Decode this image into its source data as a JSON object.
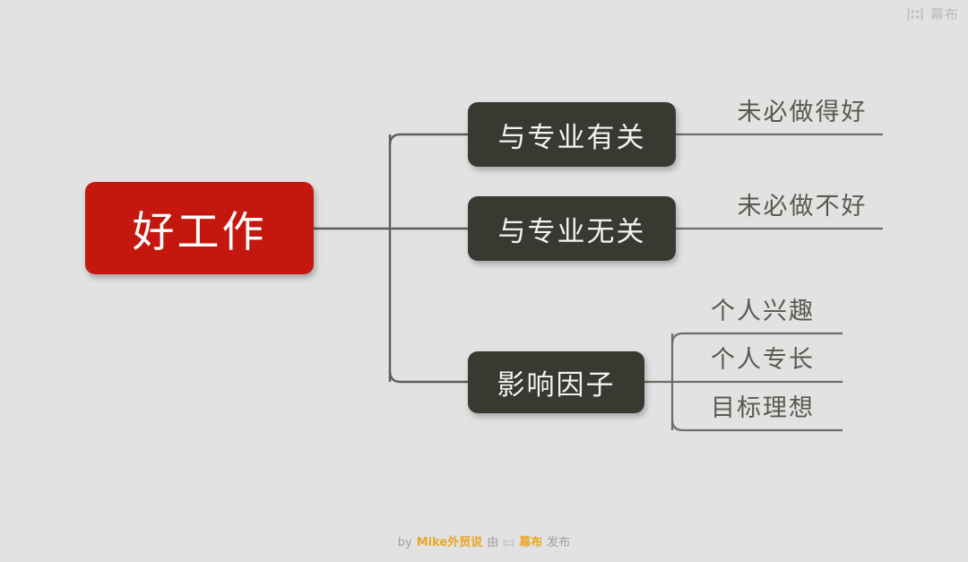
{
  "brand": {
    "name": "幕布",
    "logo_icon": "mindmap-logo-icon"
  },
  "mindmap": {
    "root": {
      "label": "好工作",
      "color": "#c4180e",
      "text_color": "#ffffff"
    },
    "branches": [
      {
        "label": "与专业有关",
        "color": "#383a32",
        "children": [
          {
            "label": "未必做得好"
          }
        ]
      },
      {
        "label": "与专业无关",
        "color": "#383a32",
        "children": [
          {
            "label": "未必做不好"
          }
        ]
      },
      {
        "label": "影响因子",
        "color": "#383a32",
        "children": [
          {
            "label": "个人兴趣"
          },
          {
            "label": "个人专长"
          },
          {
            "label": "目标理想"
          }
        ]
      }
    ],
    "background_color": "#e2e2e2",
    "link_color": "#5c5e5a"
  },
  "footer": {
    "by_label": "by",
    "author": "Mike外贸说",
    "middle_label": "由",
    "brand": "幕布",
    "publish_label": "发布",
    "icon": "mindmap-logo-icon",
    "accent_color": "#eaa627"
  }
}
